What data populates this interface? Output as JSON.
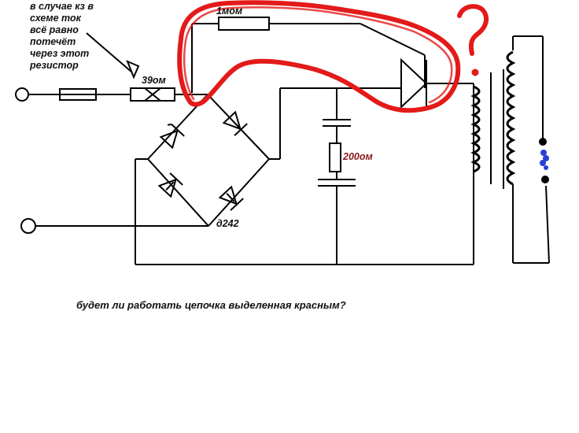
{
  "note": {
    "lines": [
      "в случае кз в",
      "схеме ток",
      "всё равно",
      "потечёт",
      "через этот",
      "резистор"
    ]
  },
  "labels": {
    "r_top": "1мом",
    "r_input": "39ом",
    "r_filter": "200ом",
    "diode": "д242"
  },
  "question": "будет ли работать цепочка выделенная красным?",
  "colors": {
    "wire": "#000000",
    "highlight": "#e31a1a",
    "marker": "#2a3fd6",
    "filter_label": "#8b1a1a"
  }
}
